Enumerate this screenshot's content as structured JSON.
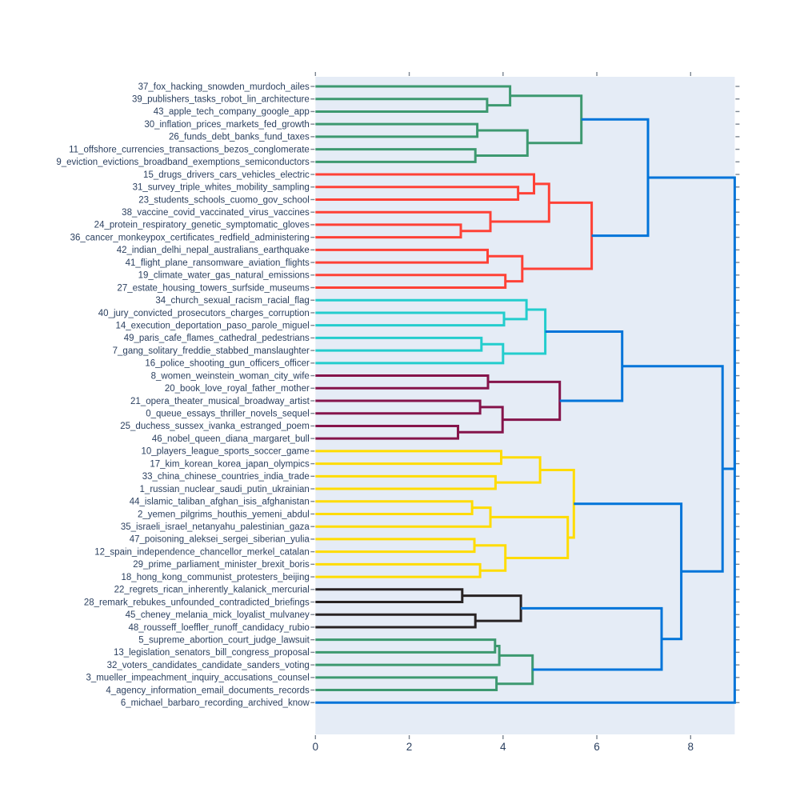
{
  "figure": {
    "background": "#ffffff",
    "plot_background": "#E5ECF6",
    "text_color": "#2a3f5f",
    "tick_color": "#7a8490",
    "line_width": 3
  },
  "chart_data": {
    "type": "dendrogram",
    "title": "",
    "xlabel": "",
    "ylabel": "",
    "orientation": "horizontal, labels left, root right",
    "xlim": [
      0,
      8.94
    ],
    "x_ticks": [
      "0",
      "2",
      "4",
      "6",
      "8"
    ],
    "x_tick_values": [
      0,
      2,
      4,
      6,
      8
    ],
    "grid": false,
    "legend": "none",
    "palette": {
      "green": "#3D9970",
      "red": "#FF4136",
      "cyan": "#23CDCD",
      "magenta": "#85144B",
      "yellow": "#FFDC00",
      "black": "#282323",
      "blue": "#0074D9"
    },
    "leaves": [
      {
        "label": "37_fox_hacking_snowden_murdoch_ailes",
        "cluster": "green"
      },
      {
        "label": "39_publishers_tasks_robot_lin_architecture",
        "cluster": "green"
      },
      {
        "label": "43_apple_tech_company_google_app",
        "cluster": "green"
      },
      {
        "label": "30_inflation_prices_markets_fed_growth",
        "cluster": "green"
      },
      {
        "label": "26_funds_debt_banks_fund_taxes",
        "cluster": "green"
      },
      {
        "label": "11_offshore_currencies_transactions_bezos_conglomerate",
        "cluster": "green"
      },
      {
        "label": "9_eviction_evictions_broadband_exemptions_semiconductors",
        "cluster": "green"
      },
      {
        "label": "15_drugs_drivers_cars_vehicles_electric",
        "cluster": "red"
      },
      {
        "label": "31_survey_triple_whites_mobility_sampling",
        "cluster": "red"
      },
      {
        "label": "23_students_schools_cuomo_gov_school",
        "cluster": "red"
      },
      {
        "label": "38_vaccine_covid_vaccinated_virus_vaccines",
        "cluster": "red"
      },
      {
        "label": "24_protein_respiratory_genetic_symptomatic_gloves",
        "cluster": "red"
      },
      {
        "label": "36_cancer_monkeypox_certificates_redfield_administering",
        "cluster": "red"
      },
      {
        "label": "42_indian_delhi_nepal_australians_earthquake",
        "cluster": "red"
      },
      {
        "label": "41_flight_plane_ransomware_aviation_flights",
        "cluster": "red"
      },
      {
        "label": "19_climate_water_gas_natural_emissions",
        "cluster": "red"
      },
      {
        "label": "27_estate_housing_towers_surfside_museums",
        "cluster": "red"
      },
      {
        "label": "34_church_sexual_racism_racial_flag",
        "cluster": "cyan"
      },
      {
        "label": "40_jury_convicted_prosecutors_charges_corruption",
        "cluster": "cyan"
      },
      {
        "label": "14_execution_deportation_paso_parole_miguel",
        "cluster": "cyan"
      },
      {
        "label": "49_paris_cafe_flames_cathedral_pedestrians",
        "cluster": "cyan"
      },
      {
        "label": "7_gang_solitary_freddie_stabbed_manslaughter",
        "cluster": "cyan"
      },
      {
        "label": "16_police_shooting_gun_officers_officer",
        "cluster": "cyan"
      },
      {
        "label": "8_women_weinstein_woman_city_wife",
        "cluster": "magenta"
      },
      {
        "label": "20_book_love_royal_father_mother",
        "cluster": "magenta"
      },
      {
        "label": "21_opera_theater_musical_broadway_artist",
        "cluster": "magenta"
      },
      {
        "label": "0_queue_essays_thriller_novels_sequel",
        "cluster": "magenta"
      },
      {
        "label": "25_duchess_sussex_ivanka_estranged_poem",
        "cluster": "magenta"
      },
      {
        "label": "46_nobel_queen_diana_margaret_bull",
        "cluster": "magenta"
      },
      {
        "label": "10_players_league_sports_soccer_game",
        "cluster": "yellow"
      },
      {
        "label": "17_kim_korean_korea_japan_olympics",
        "cluster": "yellow"
      },
      {
        "label": "33_china_chinese_countries_india_trade",
        "cluster": "yellow"
      },
      {
        "label": "1_russian_nuclear_saudi_putin_ukrainian",
        "cluster": "yellow"
      },
      {
        "label": "44_islamic_taliban_afghan_isis_afghanistan",
        "cluster": "yellow"
      },
      {
        "label": "2_yemen_pilgrims_houthis_yemeni_abdul",
        "cluster": "yellow"
      },
      {
        "label": "35_israeli_israel_netanyahu_palestinian_gaza",
        "cluster": "yellow"
      },
      {
        "label": "47_poisoning_aleksei_sergei_siberian_yulia",
        "cluster": "yellow"
      },
      {
        "label": "12_spain_independence_chancellor_merkel_catalan",
        "cluster": "yellow"
      },
      {
        "label": "29_prime_parliament_minister_brexit_boris",
        "cluster": "yellow"
      },
      {
        "label": "18_hong_kong_communist_protesters_beijing",
        "cluster": "yellow"
      },
      {
        "label": "22_regrets_rican_inherently_kalanick_mercurial",
        "cluster": "black"
      },
      {
        "label": "28_remark_rebukes_unfounded_contradicted_briefings",
        "cluster": "black"
      },
      {
        "label": "45_cheney_melania_mick_loyalist_mulvaney",
        "cluster": "black"
      },
      {
        "label": "48_rousseff_loeffler_runoff_candidacy_rubio",
        "cluster": "black"
      },
      {
        "label": "5_supreme_abortion_court_judge_lawsuit",
        "cluster": "green"
      },
      {
        "label": "13_legislation_senators_bill_congress_proposal",
        "cluster": "green"
      },
      {
        "label": "32_voters_candidates_candidate_sanders_voting",
        "cluster": "green"
      },
      {
        "label": "3_mueller_impeachment_inquiry_accusations_counsel",
        "cluster": "green"
      },
      {
        "label": "4_agency_information_email_documents_records",
        "cluster": "green"
      },
      {
        "label": "6_michael_barbaro_recording_archived_know",
        "cluster": "blue"
      }
    ],
    "merges": [
      {
        "id": "M0",
        "a": "L1",
        "b": "L2",
        "d": 3.66,
        "color": "green"
      },
      {
        "id": "M1",
        "a": "L0",
        "b": "M0",
        "d": 4.15,
        "color": "green"
      },
      {
        "id": "M2",
        "a": "L3",
        "b": "L4",
        "d": 3.45,
        "color": "green"
      },
      {
        "id": "M3",
        "a": "L5",
        "b": "L6",
        "d": 3.41,
        "color": "green"
      },
      {
        "id": "M4",
        "a": "M2",
        "b": "M3",
        "d": 4.52,
        "color": "green"
      },
      {
        "id": "M5",
        "a": "M1",
        "b": "M4",
        "d": 5.67,
        "color": "green"
      },
      {
        "id": "M6",
        "a": "L8",
        "b": "L9",
        "d": 4.32,
        "color": "red"
      },
      {
        "id": "M7",
        "a": "L7",
        "b": "M6",
        "d": 4.66,
        "color": "red"
      },
      {
        "id": "M8",
        "a": "L11",
        "b": "L12",
        "d": 3.1,
        "color": "red"
      },
      {
        "id": "M9",
        "a": "L10",
        "b": "M8",
        "d": 3.73,
        "color": "red"
      },
      {
        "id": "M10",
        "a": "M7",
        "b": "M9",
        "d": 4.98,
        "color": "red"
      },
      {
        "id": "M11",
        "a": "L13",
        "b": "L14",
        "d": 3.67,
        "color": "red"
      },
      {
        "id": "M12",
        "a": "L15",
        "b": "L16",
        "d": 4.05,
        "color": "red"
      },
      {
        "id": "M13",
        "a": "M11",
        "b": "M12",
        "d": 4.41,
        "color": "red"
      },
      {
        "id": "M14",
        "a": "M10",
        "b": "M13",
        "d": 5.89,
        "color": "red"
      },
      {
        "id": "M15",
        "a": "L18",
        "b": "L19",
        "d": 4.02,
        "color": "cyan"
      },
      {
        "id": "M16",
        "a": "L17",
        "b": "M15",
        "d": 4.5,
        "color": "cyan"
      },
      {
        "id": "M17",
        "a": "L20",
        "b": "L21",
        "d": 3.54,
        "color": "cyan"
      },
      {
        "id": "M18",
        "a": "M17",
        "b": "L22",
        "d": 4.0,
        "color": "cyan"
      },
      {
        "id": "M19",
        "a": "M16",
        "b": "M18",
        "d": 4.9,
        "color": "cyan"
      },
      {
        "id": "M20",
        "a": "L23",
        "b": "L24",
        "d": 3.68,
        "color": "magenta"
      },
      {
        "id": "M21",
        "a": "L25",
        "b": "L26",
        "d": 3.51,
        "color": "magenta"
      },
      {
        "id": "M22",
        "a": "L27",
        "b": "L28",
        "d": 3.04,
        "color": "magenta"
      },
      {
        "id": "M23",
        "a": "M21",
        "b": "M22",
        "d": 3.99,
        "color": "magenta"
      },
      {
        "id": "M24",
        "a": "M20",
        "b": "M23",
        "d": 5.21,
        "color": "magenta"
      },
      {
        "id": "M25",
        "a": "L29",
        "b": "L30",
        "d": 3.96,
        "color": "yellow"
      },
      {
        "id": "M26",
        "a": "L31",
        "b": "L32",
        "d": 3.84,
        "color": "yellow"
      },
      {
        "id": "M27",
        "a": "M25",
        "b": "M26",
        "d": 4.79,
        "color": "yellow"
      },
      {
        "id": "M28",
        "a": "L33",
        "b": "L34",
        "d": 3.34,
        "color": "yellow"
      },
      {
        "id": "M29",
        "a": "M28",
        "b": "L35",
        "d": 3.73,
        "color": "yellow"
      },
      {
        "id": "M30",
        "a": "L36",
        "b": "L37",
        "d": 3.39,
        "color": "yellow"
      },
      {
        "id": "M31",
        "a": "L38",
        "b": "L39",
        "d": 3.51,
        "color": "yellow"
      },
      {
        "id": "M32",
        "a": "M30",
        "b": "M31",
        "d": 4.05,
        "color": "yellow"
      },
      {
        "id": "M33",
        "a": "M29",
        "b": "M32",
        "d": 5.38,
        "color": "yellow"
      },
      {
        "id": "M34",
        "a": "M27",
        "b": "M33",
        "d": 5.51,
        "color": "yellow"
      },
      {
        "id": "M35",
        "a": "L40",
        "b": "L41",
        "d": 3.13,
        "color": "black"
      },
      {
        "id": "M36",
        "a": "L42",
        "b": "L43",
        "d": 3.41,
        "color": "black"
      },
      {
        "id": "M37",
        "a": "M35",
        "b": "M36",
        "d": 4.38,
        "color": "black"
      },
      {
        "id": "M38",
        "a": "L44",
        "b": "L45",
        "d": 3.83,
        "color": "green"
      },
      {
        "id": "M39",
        "a": "M38",
        "b": "L46",
        "d": 3.92,
        "color": "green"
      },
      {
        "id": "M40",
        "a": "L47",
        "b": "L48",
        "d": 3.86,
        "color": "green"
      },
      {
        "id": "M41",
        "a": "M39",
        "b": "M40",
        "d": 4.63,
        "color": "green"
      },
      {
        "id": "M42",
        "a": "M5",
        "b": "M14",
        "d": 7.09,
        "color": "blue"
      },
      {
        "id": "M43",
        "a": "M19",
        "b": "M24",
        "d": 6.54,
        "color": "blue"
      },
      {
        "id": "M44",
        "a": "M37",
        "b": "M41",
        "d": 7.38,
        "color": "blue"
      },
      {
        "id": "M45",
        "a": "M34",
        "b": "M44",
        "d": 7.8,
        "color": "blue"
      },
      {
        "id": "M46",
        "a": "M43",
        "b": "M45",
        "d": 8.68,
        "color": "blue"
      },
      {
        "id": "M47",
        "a": "M42",
        "b": "M46",
        "d": 8.94,
        "color": "blue"
      },
      {
        "id": "M48",
        "a": "M47",
        "b": "L49",
        "d": 8.94,
        "color": "blue"
      }
    ]
  }
}
